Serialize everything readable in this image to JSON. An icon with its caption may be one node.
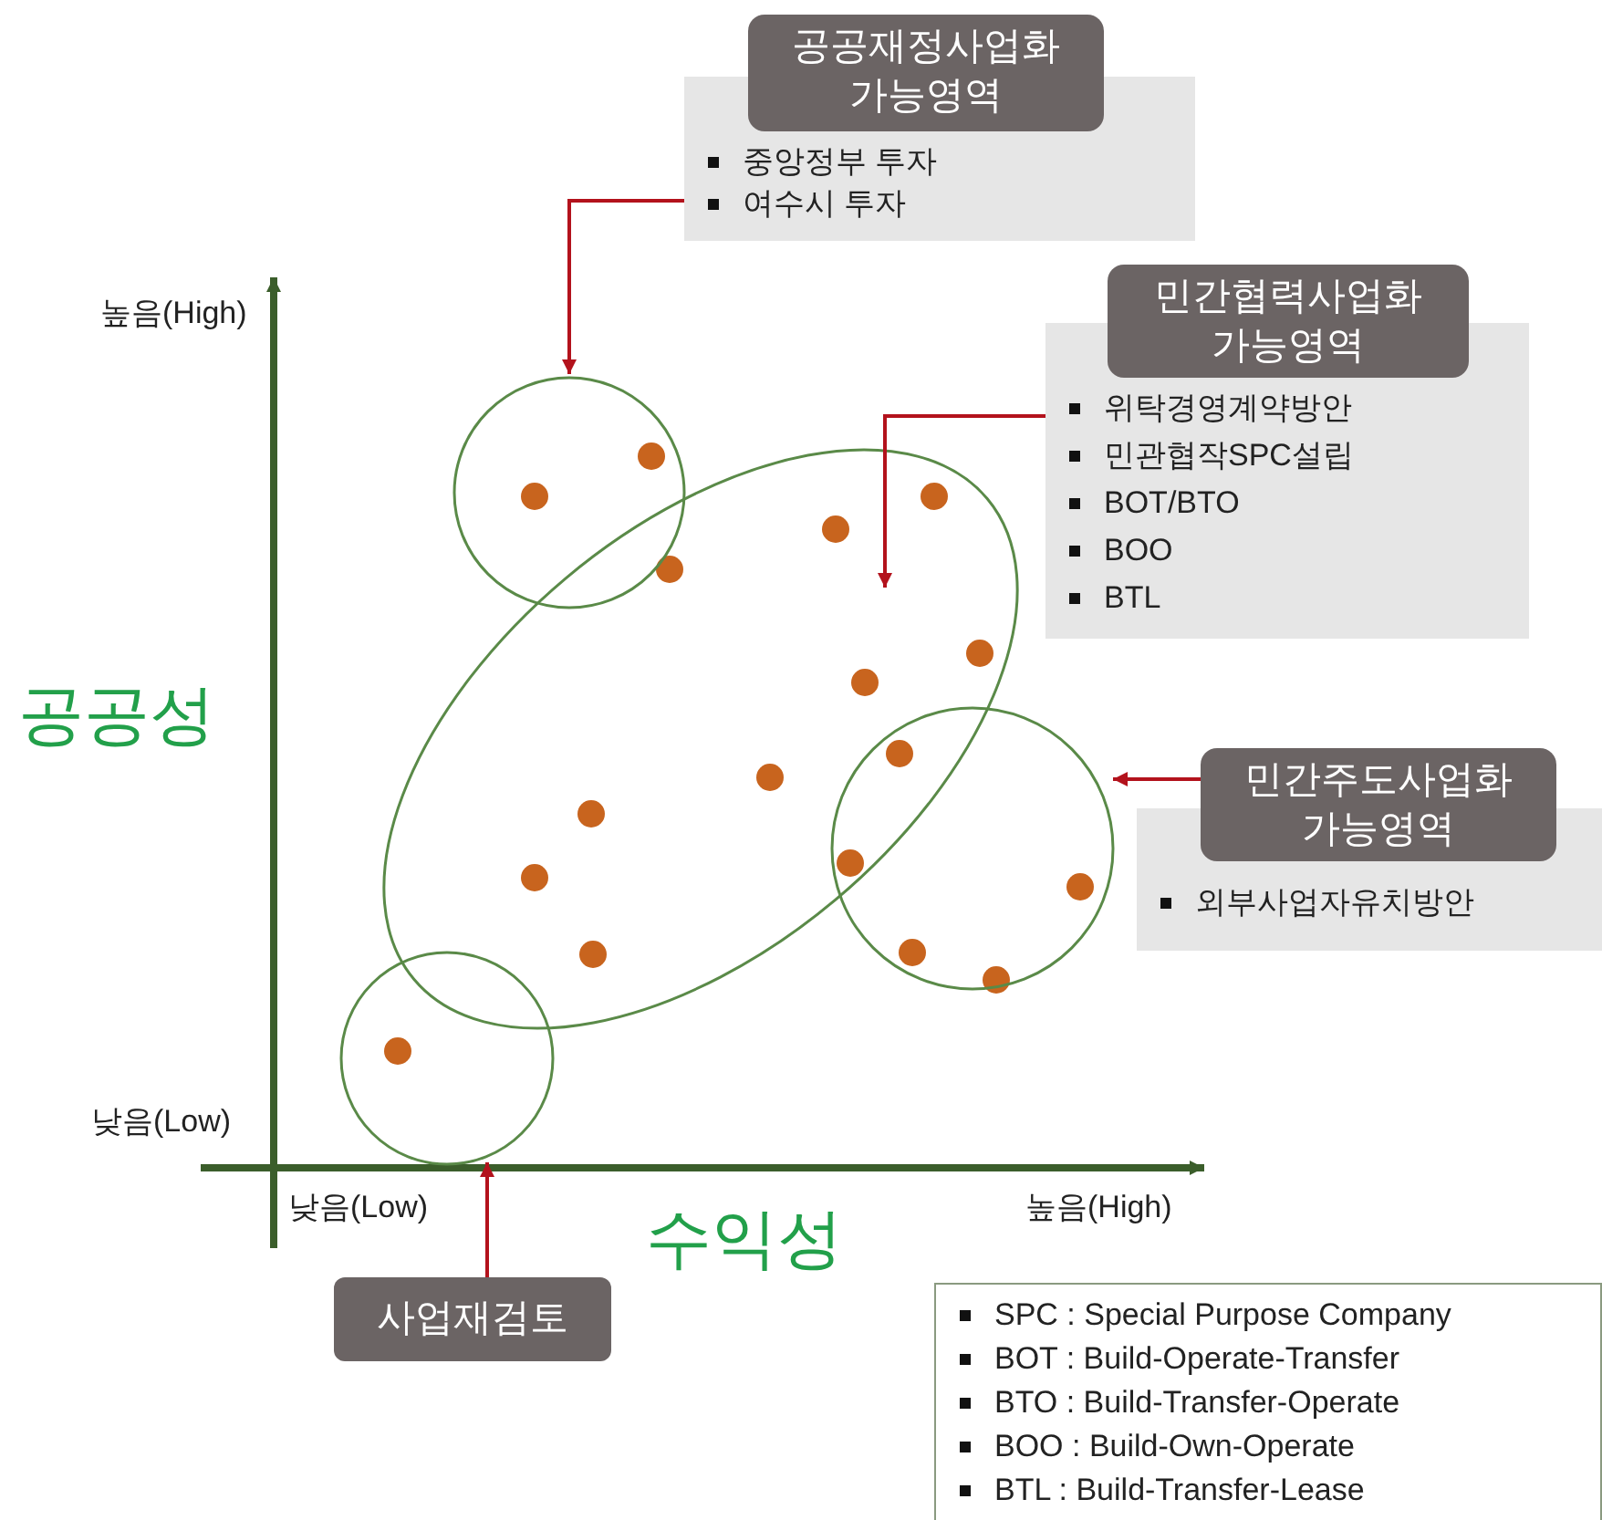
{
  "diagram": {
    "nodes": [
      {
        "text": [
          "공공재정사업화 가능영역",
          "중앙정부 투자",
          "여수시 투자"
        ]
      },
      {
        "text": [
          "민간협력사업화 가능영역",
          "위탁경영계약방안",
          "민관협작SPC설립",
          "BOT/BTO",
          "BOO",
          "BTL"
        ]
      },
      {
        "text": [
          "민간주도사업화 가능영역",
          "외부사업자유치방안"
        ]
      },
      {
        "text": [
          "사업재검토"
        ]
      },
      {
        "text": [],
        "shape": "circle"
      },
      {
        "text": [],
        "shape": "ellipse"
      },
      {
        "text": [],
        "shape": "circle"
      },
      {
        "text": [],
        "shape": "circle"
      }
    ],
    "edges": [
      {
        "from": 0,
        "to": 4,
        "arrow": "to"
      },
      {
        "from": 1,
        "to": 5,
        "arrow": "to"
      },
      {
        "from": 2,
        "to": 6,
        "arrow": "to"
      },
      {
        "from": 3,
        "to": 7,
        "arrow": "to"
      }
    ],
    "labels": [
      "높음(High)",
      "공공성",
      "낮음(Low)",
      "낮음(Low)",
      "수익성",
      "높음(High)",
      "SPC : Special Purpose Company",
      "BOT : Build-Operate-Transfer",
      "BTO : Build-Transfer-Operate",
      "BOO : Build-Own-Operate",
      "BTL : Build-Transfer-Lease"
    ]
  }
}
